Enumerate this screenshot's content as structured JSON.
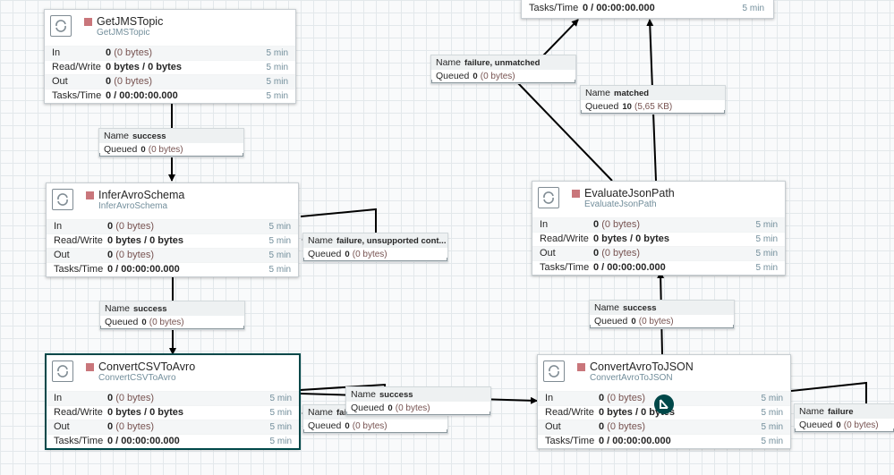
{
  "colors": {
    "stopped": "#c9767b",
    "selected_border": "#004849",
    "time": "#728e9b"
  },
  "top_partial": {
    "tasks_label": "Tasks/Time",
    "tasks_value": "0 / 00:00:00.000",
    "time": "5 min"
  },
  "processors": {
    "getjms": {
      "name": "GetJMSTopic",
      "type": "GetJMSTopic",
      "rows": {
        "in_l": "In",
        "in_v": "0",
        "in_d": "(0 bytes)",
        "in_t": "5 min",
        "rw_l": "Read/Write",
        "rw_v": "0 bytes / 0 bytes",
        "rw_t": "5 min",
        "out_l": "Out",
        "out_v": "0",
        "out_d": "(0 bytes)",
        "out_t": "5 min",
        "tt_l": "Tasks/Time",
        "tt_v": "0 / 00:00:00.000",
        "tt_t": "5 min"
      }
    },
    "infer": {
      "name": "InferAvroSchema",
      "type": "InferAvroSchema",
      "rows": {
        "in_l": "In",
        "in_v": "0",
        "in_d": "(0 bytes)",
        "in_t": "5 min",
        "rw_l": "Read/Write",
        "rw_v": "0 bytes / 0 bytes",
        "rw_t": "5 min",
        "out_l": "Out",
        "out_v": "0",
        "out_d": "(0 bytes)",
        "out_t": "5 min",
        "tt_l": "Tasks/Time",
        "tt_v": "0 / 00:00:00.000",
        "tt_t": "5 min"
      }
    },
    "csv2avro": {
      "name": "ConvertCSVToAvro",
      "type": "ConvertCSVToAvro",
      "rows": {
        "in_l": "In",
        "in_v": "0",
        "in_d": "(0 bytes)",
        "in_t": "5 min",
        "rw_l": "Read/Write",
        "rw_v": "0 bytes / 0 bytes",
        "rw_t": "5 min",
        "out_l": "Out",
        "out_v": "0",
        "out_d": "(0 bytes)",
        "out_t": "5 min",
        "tt_l": "Tasks/Time",
        "tt_v": "0 / 00:00:00.000",
        "tt_t": "5 min"
      }
    },
    "evaljson": {
      "name": "EvaluateJsonPath",
      "type": "EvaluateJsonPath",
      "rows": {
        "in_l": "In",
        "in_v": "0",
        "in_d": "(0 bytes)",
        "in_t": "5 min",
        "rw_l": "Read/Write",
        "rw_v": "0 bytes / 0 bytes",
        "rw_t": "5 min",
        "out_l": "Out",
        "out_v": "0",
        "out_d": "(0 bytes)",
        "out_t": "5 min",
        "tt_l": "Tasks/Time",
        "tt_v": "0 / 00:00:00.000",
        "tt_t": "5 min"
      }
    },
    "avro2json": {
      "name": "ConvertAvroToJSON",
      "type": "ConvertAvroToJSON",
      "rows": {
        "in_l": "In",
        "in_v": "0",
        "in_d": "(0 bytes)",
        "in_t": "5 min",
        "rw_l": "Read/Write",
        "rw_v": "0 bytes / 0 bytes",
        "rw_t": "5 min",
        "out_l": "Out",
        "out_v": "0",
        "out_d": "(0 bytes)",
        "out_t": "5 min",
        "tt_l": "Tasks/Time",
        "tt_v": "0 / 00:00:00.000",
        "tt_t": "5 min"
      }
    }
  },
  "connections": {
    "c1": {
      "name_label": "Name",
      "name": "success",
      "queued_label": "Queued",
      "count": "0",
      "size": "(0 bytes)"
    },
    "c2": {
      "name_label": "Name",
      "name": "success",
      "queued_label": "Queued",
      "count": "0",
      "size": "(0 bytes)"
    },
    "c3": {
      "name_label": "Name",
      "name": "failure, unsupported cont...",
      "queued_label": "Queued",
      "count": "0",
      "size": "(0 bytes)"
    },
    "c4": {
      "name_label": "Name",
      "name": "fai",
      "queued_label": "Queued",
      "count": "0",
      "size": "(0 bytes)"
    },
    "c5": {
      "name_label": "Name",
      "name": "success",
      "queued_label": "Queued",
      "count": "0",
      "size": "(0 bytes)"
    },
    "c6": {
      "name_label": "Name",
      "name": "success",
      "queued_label": "Queued",
      "count": "0",
      "size": "(0 bytes)"
    },
    "c7": {
      "name_label": "Name",
      "name": "failure, unmatched",
      "queued_label": "Queued",
      "count": "0",
      "size": "(0 bytes)"
    },
    "c8": {
      "name_label": "Name",
      "name": "matched",
      "queued_label": "Queued",
      "count": "10",
      "size": "(5,65 KB)"
    },
    "c9": {
      "name_label": "Name",
      "name": "failure",
      "queued_label": "Queued",
      "count": "0",
      "size": "(0 bytes)"
    }
  }
}
